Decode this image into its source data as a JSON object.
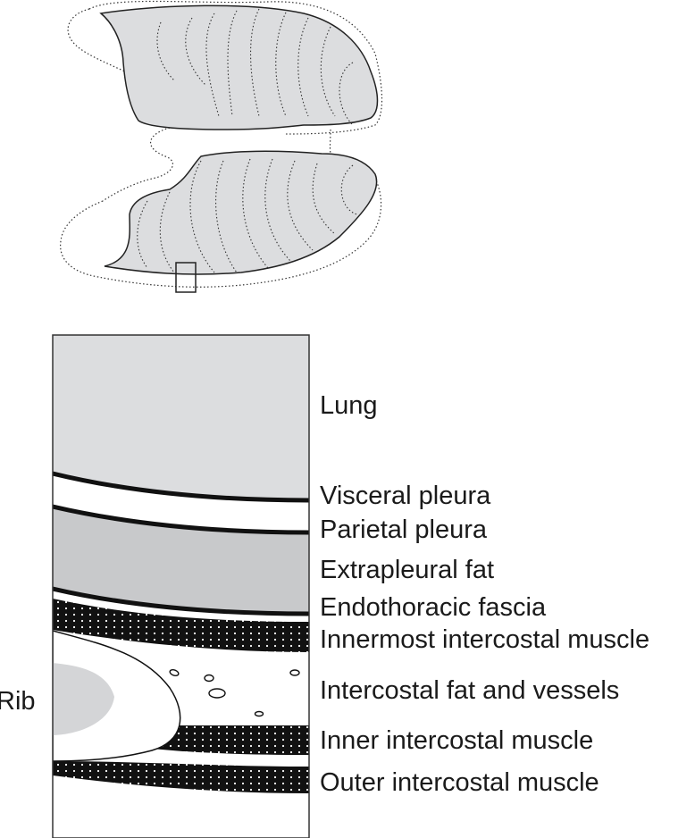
{
  "figure": {
    "title": "Chest wall layers at lung base (detail of boxed region)",
    "colors": {
      "lung_fill": "#dcdddf",
      "fat_fill": "#c8c9cb",
      "rib_marrow": "#d4d5d7",
      "muscle": "#111111",
      "outline": "#222222"
    },
    "overview": {
      "description": "Axial view of both lungs with dotted rib contours and a detail box at the lower lung margin"
    },
    "labels": [
      {
        "id": "lung",
        "text": "Lung"
      },
      {
        "id": "visceral-pleura",
        "text": "Visceral pleura"
      },
      {
        "id": "parietal-pleura",
        "text": "Parietal pleura"
      },
      {
        "id": "extrapleural-fat",
        "text": "Extrapleural fat"
      },
      {
        "id": "endothoracic-fascia",
        "text": "Endothoracic fascia"
      },
      {
        "id": "innermost-intercostal-muscle",
        "text": "Innermost intercostal muscle"
      },
      {
        "id": "intercostal-fat-and-vessels",
        "text": "Intercostal fat and vessels"
      },
      {
        "id": "inner-intercostal-muscle",
        "text": "Inner intercostal muscle"
      },
      {
        "id": "outer-intercostal-muscle",
        "text": "Outer intercostal muscle"
      },
      {
        "id": "rib",
        "text": "Rib"
      }
    ]
  }
}
